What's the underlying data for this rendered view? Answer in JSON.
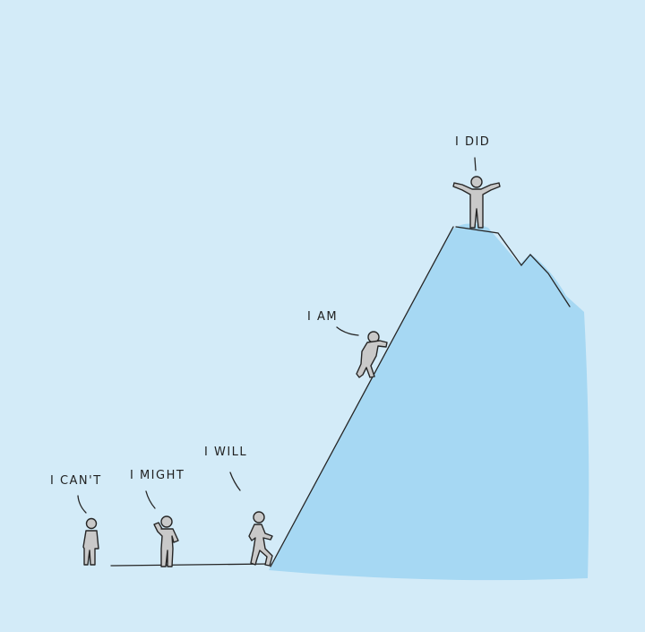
{
  "labels": {
    "cant": "I CAN'T",
    "might": "I MIGHT",
    "will": "I WILL",
    "am": "I AM",
    "did": "I DID"
  },
  "colors": {
    "background": "#d3ebf8",
    "mountain": "#a6d8f3",
    "figure": "#c9c9c9",
    "ink": "#262626"
  }
}
